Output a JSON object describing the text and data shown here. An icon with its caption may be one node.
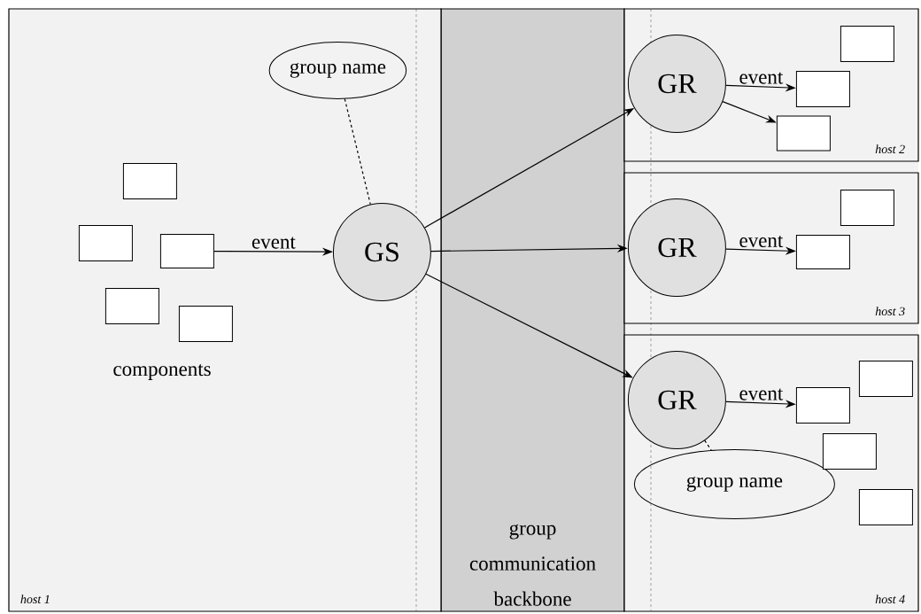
{
  "diagram": {
    "nodes": [
      {
        "text": [
          "host 1"
        ]
      },
      {
        "text": [
          "host 2"
        ]
      },
      {
        "text": [
          "host 3"
        ]
      },
      {
        "text": [
          "host 4"
        ]
      },
      {
        "text": [
          "group name"
        ],
        "in": 0
      },
      {
        "text": [
          "GS"
        ],
        "in": 0
      },
      {
        "text": [],
        "shape": "box",
        "in": 0
      },
      {
        "text": [],
        "shape": "box",
        "in": 0
      },
      {
        "text": [],
        "shape": "box",
        "in": 0
      },
      {
        "text": [],
        "shape": "box",
        "in": 0
      },
      {
        "text": [],
        "shape": "box",
        "in": 0
      },
      {
        "text": [
          "GR"
        ],
        "in": 1
      },
      {
        "text": [],
        "shape": "box",
        "in": 1
      },
      {
        "text": [],
        "shape": "box",
        "in": 1
      },
      {
        "text": [],
        "shape": "box",
        "in": 1
      },
      {
        "text": [
          "GR"
        ],
        "in": 2
      },
      {
        "text": [],
        "shape": "box",
        "in": 2
      },
      {
        "text": [],
        "shape": "box",
        "in": 2
      },
      {
        "text": [
          "GR"
        ],
        "in": 3
      },
      {
        "text": [
          "group name"
        ],
        "in": 3
      },
      {
        "text": [],
        "shape": "box",
        "in": 3
      },
      {
        "text": [],
        "shape": "box",
        "in": 3
      },
      {
        "text": [],
        "shape": "box",
        "in": 3
      },
      {
        "text": [],
        "shape": "box",
        "in": 3
      }
    ],
    "edges": [
      {
        "from": 8,
        "to": 5,
        "arrow": "to",
        "label": "event"
      },
      {
        "from": 4,
        "to": 5,
        "arrow": "none",
        "style": "dashed"
      },
      {
        "from": 5,
        "to": 11,
        "arrow": "to"
      },
      {
        "from": 5,
        "to": 15,
        "arrow": "to"
      },
      {
        "from": 5,
        "to": 18,
        "arrow": "to"
      },
      {
        "from": 11,
        "to": 13,
        "arrow": "to",
        "label": "event"
      },
      {
        "from": 11,
        "to": 14,
        "arrow": "to"
      },
      {
        "from": 15,
        "to": 17,
        "arrow": "to",
        "label": "event"
      },
      {
        "from": 18,
        "to": 21,
        "arrow": "to",
        "label": "event"
      },
      {
        "from": 18,
        "to": 19,
        "arrow": "none",
        "style": "dashed"
      }
    ],
    "labels": [
      "components",
      "group communication backbone"
    ]
  }
}
